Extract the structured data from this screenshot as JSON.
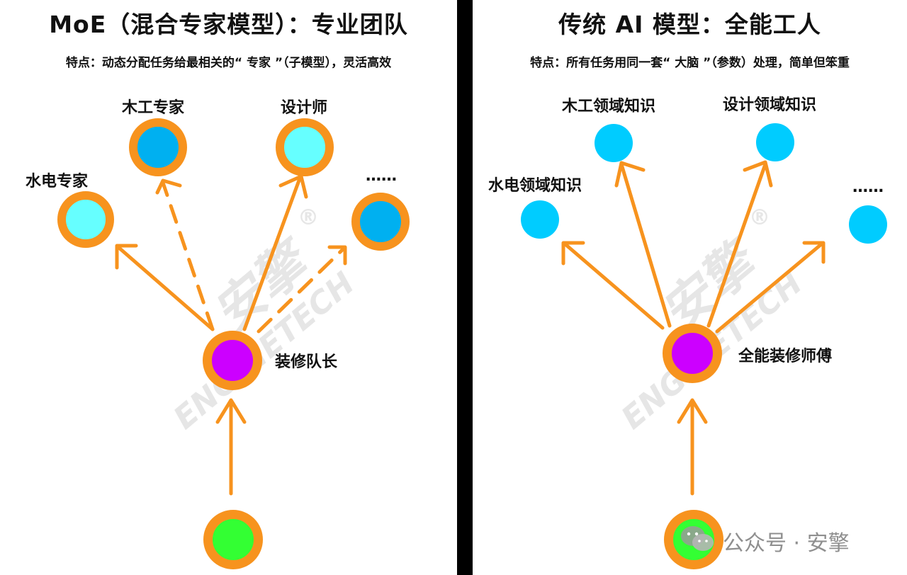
{
  "colors": {
    "ring": "#f7931e",
    "arrow": "#f7931e",
    "expert_active": "#66ffff",
    "expert_inactive": "#00b0f0",
    "knowledge": "#00ccff",
    "router": "#cc00ff",
    "input": "#33ff33"
  },
  "left": {
    "title": "MoE（混合专家模型）：专业团队",
    "subtitle": "特点：动态分配任务给最相关的“ 专家 ”（子模型），灵活高效",
    "experts": [
      "水电专家",
      "木工专家",
      "设计师",
      "……"
    ],
    "router_label": "装修队长"
  },
  "right": {
    "title": "传统 AI 模型：全能工人",
    "subtitle": "特点：所有任务用同一套“ 大脑 ”（参数）处理，简单但笨重",
    "knowledge": [
      "水电领域知识",
      "木工领域知识",
      "设计领域知识",
      "……"
    ],
    "worker_label": "全能装修师傅"
  },
  "watermark": {
    "cn": "安擎",
    "en": "ENGINETECH",
    "mark": "®"
  },
  "wechat": {
    "text": "公众号 · 安擎",
    "icon": "wechat-icon"
  }
}
